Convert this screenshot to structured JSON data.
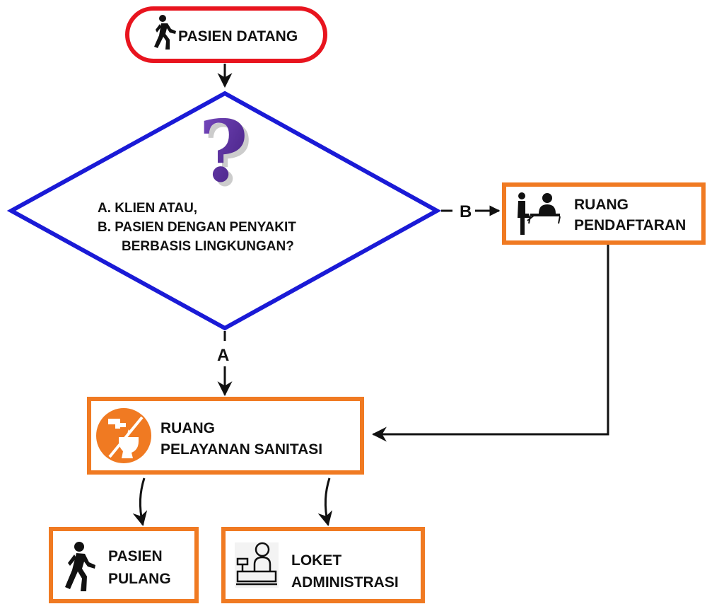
{
  "start": {
    "label": "PASIEN DATANG",
    "icon": "walking-person-icon"
  },
  "decision": {
    "icon": "question-mark-icon",
    "line1": "A. KLIEN ATAU,",
    "line2": "B. PASIEN DENGAN PENYAKIT",
    "line3": "BERBASIS LINGKUNGAN?",
    "branch_a": "A",
    "branch_b": "B"
  },
  "registration": {
    "line1": "RUANG",
    "line2": "PENDAFTARAN",
    "icon": "registration-desk-icon"
  },
  "sanitation": {
    "line1": "RUANG",
    "line2": "PELAYANAN SANITASI",
    "icon": "sanitation-icon"
  },
  "go_home": {
    "line1": "PASIEN",
    "line2": "PULANG",
    "icon": "walking-person-icon"
  },
  "admin": {
    "line1": "LOKET",
    "line2": "ADMINISTRASI",
    "icon": "cashier-icon"
  },
  "colors": {
    "start_border": "#e8141e",
    "decision_border": "#1a1ad6",
    "box_border": "#f07a22",
    "arrow": "#111111",
    "question": "#5b2a9c"
  }
}
